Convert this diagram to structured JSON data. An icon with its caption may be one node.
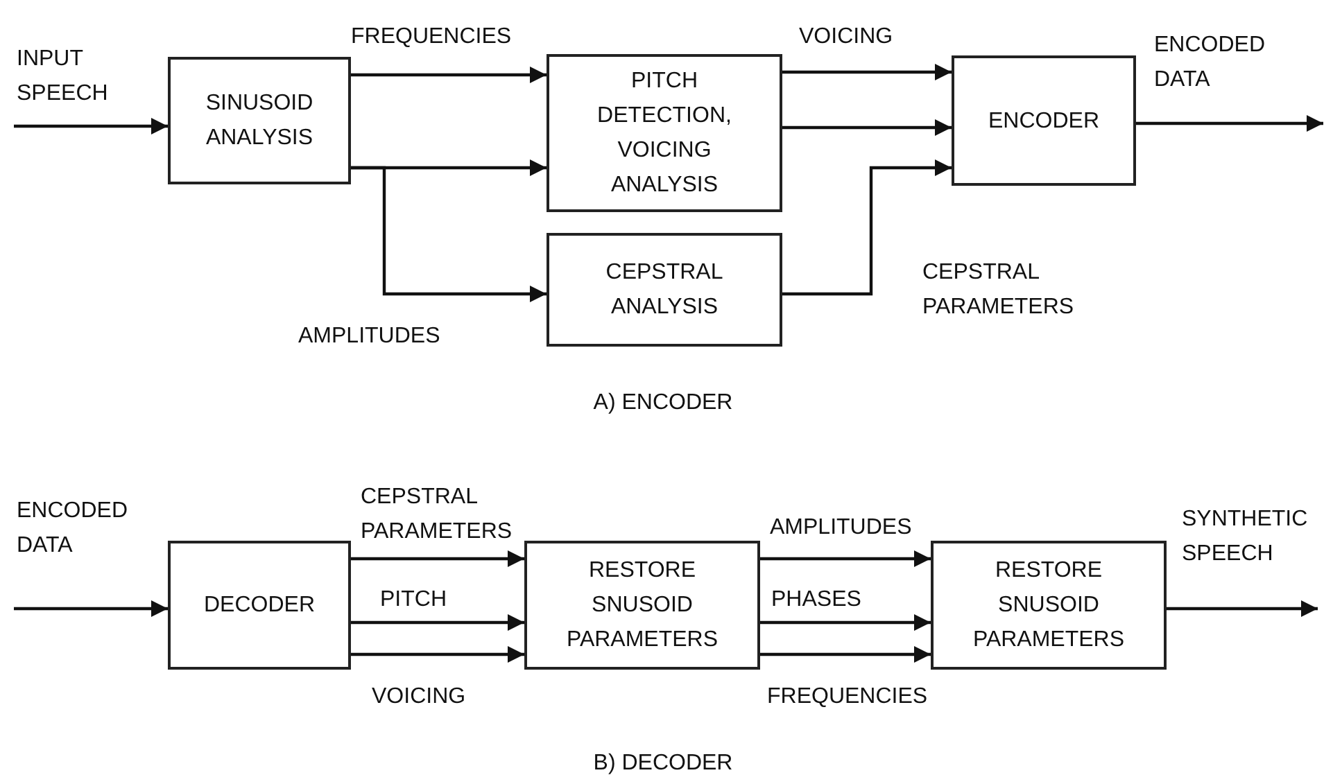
{
  "diagram": {
    "nodes": [
      {
        "text": [
          "SINUSOID ANALYSIS"
        ]
      },
      {
        "text": [
          "PITCH DETECTION, VOICING ANALYSIS"
        ]
      },
      {
        "text": [
          "CEPSTRAL ANALYSIS"
        ]
      },
      {
        "text": [
          "ENCODER"
        ]
      },
      {
        "text": [
          "DECODER"
        ]
      },
      {
        "text": [
          "RESTORE SNUSOID PARAMETERS"
        ]
      },
      {
        "text": [
          "RESTORE SNUSOID PARAMETERS"
        ]
      }
    ],
    "edges": [
      {
        "from": null,
        "to": 0,
        "arrow": "to",
        "label": "INPUT SPEECH"
      },
      {
        "from": 0,
        "to": 1,
        "arrow": "to",
        "label": "FREQUENCIES"
      },
      {
        "from": 0,
        "to": 1,
        "arrow": "to"
      },
      {
        "from": 0,
        "to": 2,
        "arrow": "to",
        "label": "AMPLITUDES"
      },
      {
        "from": 1,
        "to": 3,
        "arrow": "to",
        "label": "VOICING"
      },
      {
        "from": 1,
        "to": 3,
        "arrow": "to"
      },
      {
        "from": 2,
        "to": 3,
        "arrow": "to",
        "label": "CEPSTRAL PARAMETERS"
      },
      {
        "from": 3,
        "to": null,
        "arrow": "to",
        "label": "ENCODED DATA"
      },
      {
        "from": null,
        "to": 4,
        "arrow": "to",
        "label": "ENCODED DATA"
      },
      {
        "from": 4,
        "to": 5,
        "arrow": "to",
        "label": "CEPSTRAL PARAMETERS"
      },
      {
        "from": 4,
        "to": 5,
        "arrow": "to",
        "label": "PITCH"
      },
      {
        "from": 4,
        "to": 5,
        "arrow": "to",
        "label": "VOICING"
      },
      {
        "from": 5,
        "to": 6,
        "arrow": "to",
        "label": "AMPLITUDES"
      },
      {
        "from": 5,
        "to": 6,
        "arrow": "to",
        "label": "PHASES"
      },
      {
        "from": 5,
        "to": 6,
        "arrow": "to",
        "label": "FREQUENCIES"
      },
      {
        "from": 6,
        "to": null,
        "arrow": "to",
        "label": "SYNTHETIC SPEECH"
      }
    ],
    "labels": [
      "A) ENCODER",
      "B) DECODER"
    ]
  }
}
